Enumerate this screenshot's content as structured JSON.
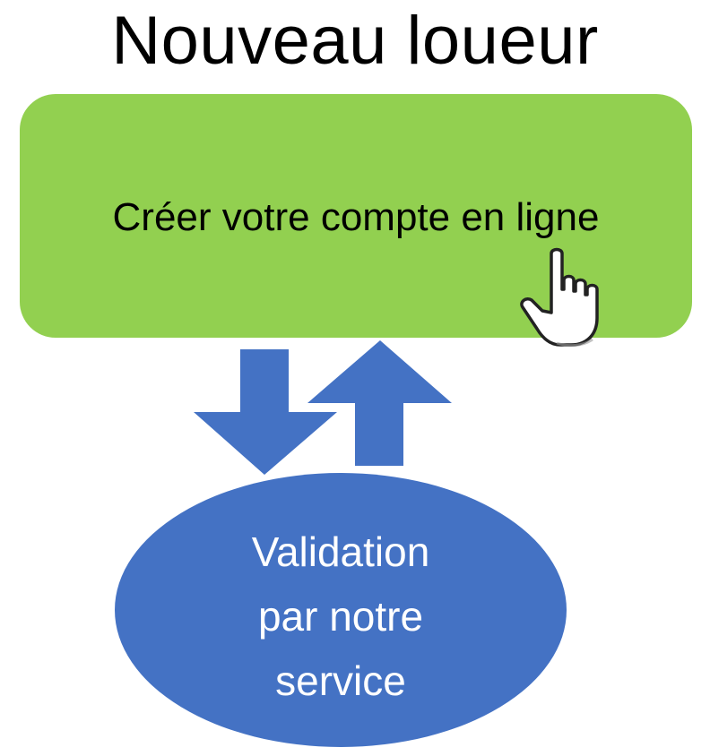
{
  "diagram": {
    "title": "Nouveau loueur",
    "step1": {
      "label": "Créer votre compte en ligne",
      "color": "#92d050"
    },
    "step2": {
      "lines": [
        "Validation",
        "par notre",
        "service"
      ],
      "color": "#4472c4"
    },
    "arrow_color": "#4472c4",
    "icons": {
      "cursor": "hand-pointer-icon",
      "down": "arrow-down-icon",
      "up": "arrow-up-icon"
    }
  }
}
